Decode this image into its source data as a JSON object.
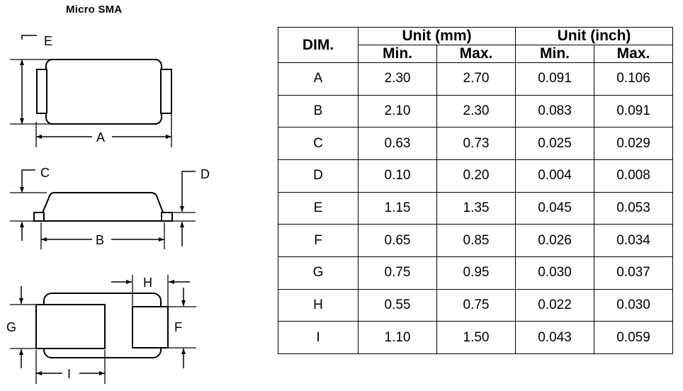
{
  "title": "Micro SMA",
  "drawings": {
    "top_view": {
      "name": "top-view",
      "dimension_labels": [
        "E",
        "A"
      ]
    },
    "side_view": {
      "name": "side-view",
      "dimension_labels": [
        "C",
        "D",
        "B"
      ]
    },
    "bottom_view": {
      "name": "bottom-view",
      "dimension_labels": [
        "G",
        "H",
        "F",
        "I"
      ]
    }
  },
  "table": {
    "header": {
      "dim": "DIM.",
      "unit_mm": "Unit (mm)",
      "unit_inch": "Unit (inch)",
      "mm_min": "Min.",
      "mm_max": "Max.",
      "inch_min": "Min.",
      "inch_max": "Max."
    },
    "rows": [
      {
        "dim": "A",
        "mm_min": "2.30",
        "mm_max": "2.70",
        "in_min": "0.091",
        "in_max": "0.106"
      },
      {
        "dim": "B",
        "mm_min": "2.10",
        "mm_max": "2.30",
        "in_min": "0.083",
        "in_max": "0.091"
      },
      {
        "dim": "C",
        "mm_min": "0.63",
        "mm_max": "0.73",
        "in_min": "0.025",
        "in_max": "0.029"
      },
      {
        "dim": "D",
        "mm_min": "0.10",
        "mm_max": "0.20",
        "in_min": "0.004",
        "in_max": "0.008"
      },
      {
        "dim": "E",
        "mm_min": "1.15",
        "mm_max": "1.35",
        "in_min": "0.045",
        "in_max": "0.053"
      },
      {
        "dim": "F",
        "mm_min": "0.65",
        "mm_max": "0.85",
        "in_min": "0.026",
        "in_max": "0.034"
      },
      {
        "dim": "G",
        "mm_min": "0.75",
        "mm_max": "0.95",
        "in_min": "0.030",
        "in_max": "0.037"
      },
      {
        "dim": "H",
        "mm_min": "0.55",
        "mm_max": "0.75",
        "in_min": "0.022",
        "in_max": "0.030"
      },
      {
        "dim": "I",
        "mm_min": "1.10",
        "mm_max": "1.50",
        "in_min": "0.043",
        "in_max": "0.059"
      }
    ]
  },
  "colors": {
    "line": "#000000",
    "background": "#ffffff"
  }
}
